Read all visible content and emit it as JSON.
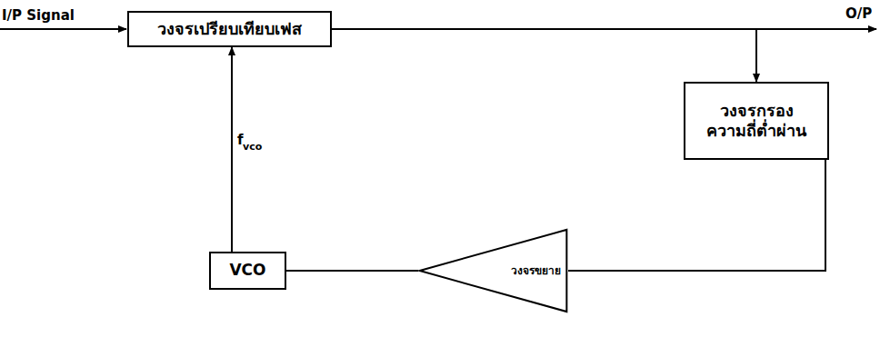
{
  "diagram": {
    "nodes": [
      {
        "text": [
          "วงจรเปรียบเทียบเฟส"
        ]
      },
      {
        "text": [
          "วงจรกรอง ความถี่ต่ำผ่าน"
        ]
      },
      {
        "text": [
          "วงจรขยาย"
        ]
      },
      {
        "text": [
          "VCO"
        ]
      }
    ],
    "edges": [
      {
        "from": 0,
        "to": 1,
        "arrow": "to"
      },
      {
        "from": 1,
        "to": 2,
        "arrow": "none"
      },
      {
        "from": 2,
        "to": 3,
        "arrow": "none"
      },
      {
        "from": 3,
        "to": 0,
        "arrow": "to"
      }
    ],
    "labels": [
      "I/P Signal",
      "O/P",
      "f",
      "vco"
    ]
  }
}
